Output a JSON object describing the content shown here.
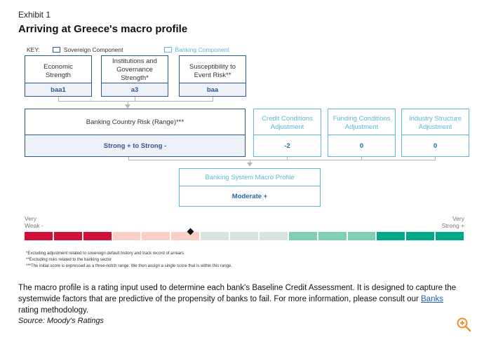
{
  "header": {
    "exhibit": "Exhibit 1",
    "title": "Arriving at Greece's macro profile"
  },
  "key": {
    "label": "KEY:",
    "sovereign": "Sovereign Component",
    "banking": "Banking Component",
    "sovereign_color": "#2f5597",
    "banking_color": "#5bb8d7"
  },
  "sovereign_boxes": [
    {
      "label": "Economic Strength",
      "value": "baa1"
    },
    {
      "label": "Institutions and Governance Strength*",
      "value": "a3"
    },
    {
      "label": "Susceptibility to Event Risk**",
      "value": "baa"
    }
  ],
  "country_risk": {
    "label": "Banking Country Risk (Range)***",
    "value": "Strong + to Strong -"
  },
  "adjustments": [
    {
      "label": "Credit Conditions Adjustment",
      "value": "-2"
    },
    {
      "label": "Funding Conditions Adjustment",
      "value": "0"
    },
    {
      "label": "Industry Structure Adjustment",
      "value": "0"
    }
  ],
  "macro_profile": {
    "label": "Banking System Macro Profile",
    "value": "Moderate +"
  },
  "scale": {
    "left_label": "Very Weak -",
    "right_label": "Very Strong +",
    "segment_colors": [
      "#d0103a",
      "#d0103a",
      "#d0103a",
      "#f8cfc4",
      "#f8cfc4",
      "#f8cfc4",
      "#d7e4df",
      "#d7e4df",
      "#d7e4df",
      "#7fcfb3",
      "#7fcfb3",
      "#7fcfb3",
      "#00a886",
      "#00a886",
      "#00a886"
    ],
    "marker_position": 0.34
  },
  "footnotes": [
    "*Excluding adjustment related to sovereign default history and track record of arrears",
    "**Excluding risks related to the banking sector",
    "***The initial score is expressed as a three-notch range. We then assign a single score that is within this range."
  ],
  "body": {
    "text_before_link": "The macro profile is a rating input used to determine each bank's Baseline Credit Assessment. It is designed to capture the systemwide factors that are predictive of the propensity of banks to fail. For more information, please consult our ",
    "link_text": "Banks",
    "text_after_link": " rating methodology."
  },
  "source": "Source: Moody's Ratings",
  "zoom_icon": "zoom-in-icon",
  "zoom_color": "#f28b30"
}
